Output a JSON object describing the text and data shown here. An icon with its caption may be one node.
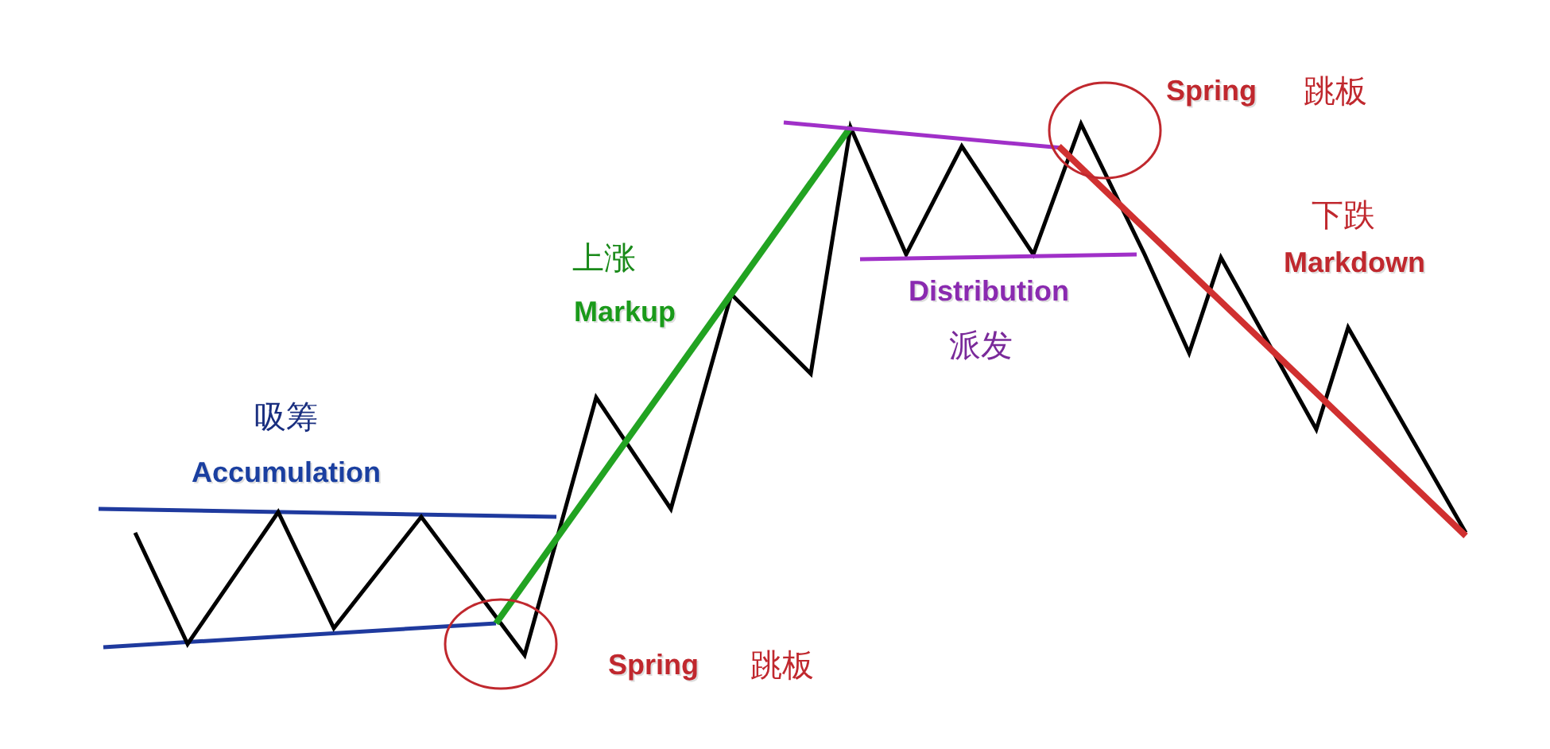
{
  "diagram": {
    "labels": [
      "Spring",
      "跳板",
      "上涨",
      "Markup",
      "下跌",
      "Markdown",
      "Distribution",
      "派发",
      "吸筹",
      "Accumulation",
      "Spring",
      "跳板"
    ]
  }
}
